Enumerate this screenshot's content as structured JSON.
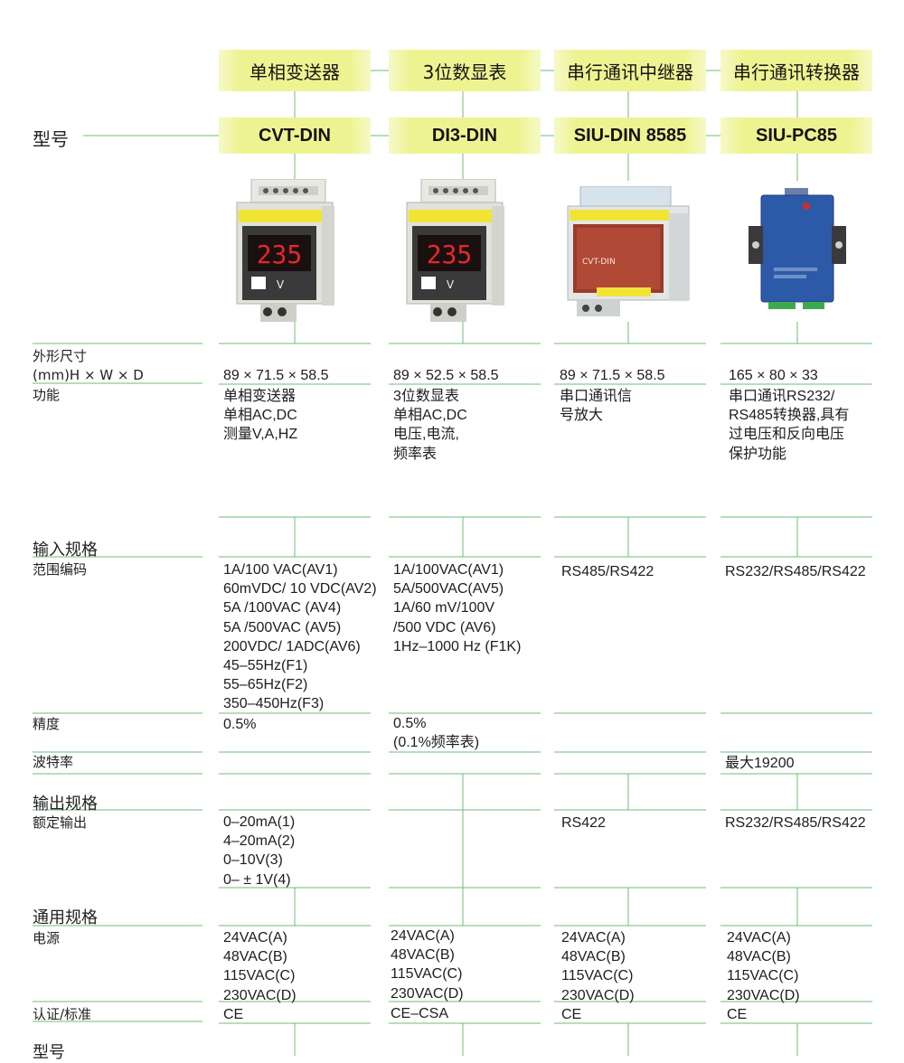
{
  "headers": {
    "categories": [
      "单相变送器",
      "3位数显表",
      "串行通讯中继器",
      "串行通讯转换器"
    ],
    "model_label": "型号",
    "models": [
      "CVT-DIN",
      "DI3-DIN",
      "SIU-DIN 8585",
      "SIU-PC85"
    ]
  },
  "device_display": [
    "235",
    "235"
  ],
  "device_panel_text": "CVT-DIN",
  "labels": {
    "dimensions": [
      "外形尺寸",
      "(mm)H × W × D"
    ],
    "function": "功能",
    "input_section": "输入规格",
    "range_code": "范围编码",
    "accuracy": "精度",
    "baud_rate": "波特率",
    "output_section": "输出规格",
    "rated_output": "额定输出",
    "general_section": "通用规格",
    "power": "电源",
    "certification": "认证/标准",
    "bottom_model": "型号"
  },
  "rows": {
    "dimensions": [
      "89 × 71.5 × 58.5",
      "89 × 52.5 × 58.5",
      "89 × 71.5 × 58.5",
      "165 × 80 × 33"
    ],
    "function": [
      [
        "单相变送器",
        "单相AC,DC",
        "测量V,A,HZ"
      ],
      [
        "3位数显表",
        "单相AC,DC",
        "电压,电流,",
        "频率表"
      ],
      [
        "串口通讯信",
        "号放大"
      ],
      [
        "串口通讯RS232/",
        "RS485转换器,具有",
        "过电压和反向电压",
        "保护功能"
      ]
    ],
    "range_code": [
      [
        "1A/100 VAC(AV1)",
        "60mVDC/ 10 VDC(AV2)",
        "5A /100VAC (AV4)",
        "5A /500VAC (AV5)",
        "200VDC/ 1ADC(AV6)",
        "45–55Hz(F1)",
        "55–65Hz(F2)",
        "350–450Hz(F3)"
      ],
      [
        "1A/100VAC(AV1)",
        "5A/500VAC(AV5)",
        "1A/60 mV/100V",
        "/500 VDC (AV6)",
        "1Hz–1000 Hz (F1K)"
      ],
      [
        "RS485/RS422"
      ],
      [
        "RS232/RS485/RS422"
      ]
    ],
    "accuracy": [
      [
        "0.5%"
      ],
      [
        "0.5%",
        "(0.1%频率表)"
      ],
      [],
      []
    ],
    "baud_rate": [
      [],
      [],
      [],
      [
        "最大19200"
      ]
    ],
    "rated_output": [
      [
        "0–20mA(1)",
        "4–20mA(2)",
        "0–10V(3)",
        "0– ± 1V(4)"
      ],
      [],
      [
        "RS422"
      ],
      [
        "RS232/RS485/RS422"
      ]
    ],
    "power": [
      [
        "24VAC(A)",
        "48VAC(B)",
        "115VAC(C)",
        "230VAC(D)"
      ],
      [
        "24VAC(A)",
        "48VAC(B)",
        "115VAC(C)",
        "230VAC(D)"
      ],
      [
        "24VAC(A)",
        "48VAC(B)",
        "115VAC(C)",
        "230VAC(D)"
      ],
      [
        "24VAC(A)",
        "48VAC(B)",
        "115VAC(C)",
        "230VAC(D)"
      ]
    ],
    "certification": [
      "CE",
      "CE–CSA",
      "CE",
      "CE"
    ]
  },
  "colors": {
    "header_fill": "#eef392",
    "rule_green": "#6fbe74",
    "display_red": "#e8262b",
    "device_grey": "#e4e4e0",
    "converter_blue": "#2d5aa8"
  }
}
